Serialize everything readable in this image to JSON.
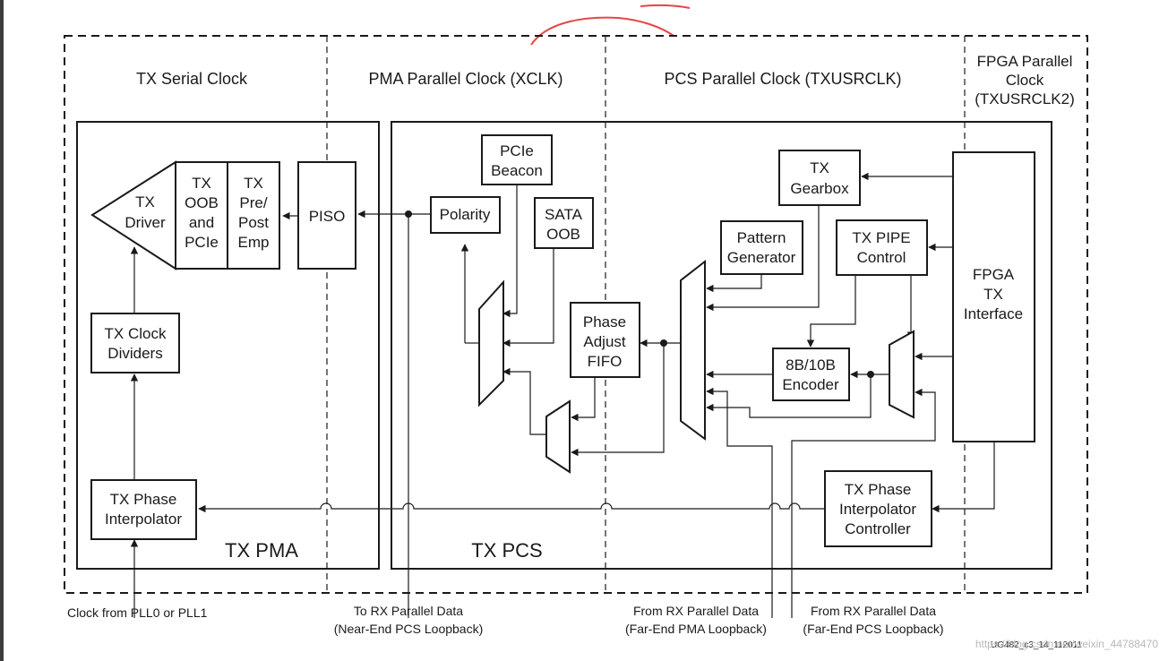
{
  "clock_domains": {
    "tx_serial": "TX Serial Clock",
    "pma_parallel": "PMA Parallel Clock (XCLK)",
    "pcs_parallel": "PCS Parallel Clock (TXUSRCLK)",
    "fpga_parallel": [
      "FPGA Parallel",
      "Clock",
      "(TXUSRCLK2)"
    ]
  },
  "sections": {
    "pma": "TX PMA",
    "pcs": "TX PCS"
  },
  "blocks": {
    "tx_driver": [
      "TX",
      "Driver"
    ],
    "tx_oob_pcie": [
      "TX",
      "OOB",
      "and",
      "PCIe"
    ],
    "tx_pre_post_emp": [
      "TX",
      "Pre/",
      "Post",
      "Emp"
    ],
    "piso": [
      "PISO"
    ],
    "tx_clock_dividers": [
      "TX Clock",
      "Dividers"
    ],
    "tx_phase_interpolator": [
      "TX Phase",
      "Interpolator"
    ],
    "polarity": [
      "Polarity"
    ],
    "pcie_beacon": [
      "PCIe",
      "Beacon"
    ],
    "sata_oob": [
      "SATA",
      "OOB"
    ],
    "phase_adjust_fifo": [
      "Phase",
      "Adjust",
      "FIFO"
    ],
    "pattern_generator": [
      "Pattern",
      "Generator"
    ],
    "tx_gearbox": [
      "TX",
      "Gearbox"
    ],
    "tx_pipe_control": [
      "TX PIPE",
      "Control"
    ],
    "encoder_8b10b": [
      "8B/10B",
      "Encoder"
    ],
    "fpga_tx_interface": [
      "FPGA",
      "TX",
      "Interface"
    ],
    "tx_pi_controller": [
      "TX Phase",
      "Interpolator",
      "Controller"
    ]
  },
  "captions": {
    "clock_source": "Clock from PLL0 or PLL1",
    "near_end": [
      "To RX Parallel Data",
      "(Near-End PCS Loopback)"
    ],
    "far_end_pma": [
      "From RX Parallel Data",
      "(Far-End PMA Loopback)"
    ],
    "far_end_pcs": [
      "From RX Parallel Data",
      "(Far-End PCS Loopback)"
    ]
  },
  "figure_id": "UG482_c3_14_112011",
  "watermark": "https://blog.csdn.net/weixin_44788470"
}
